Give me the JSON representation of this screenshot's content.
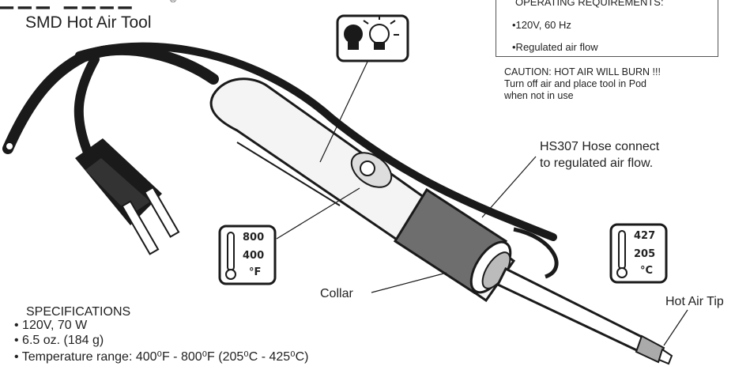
{
  "header": {
    "title": "SMD Hot Air Tool",
    "registered": "®"
  },
  "operating": {
    "title": "OPERATING REQUIREMENTS:",
    "items": [
      "•120V, 60 Hz",
      "•Regulated air flow"
    ]
  },
  "caution": {
    "lines": [
      "CAUTION: HOT AIR WILL BURN !!!",
      "Turn off air and place tool in Pod",
      "when not in use"
    ]
  },
  "labels": {
    "hose_line1": "HS307 Hose connect",
    "hose_line2": "to regulated air flow.",
    "collar": "Collar",
    "tip": "Hot Air Tip"
  },
  "thermo_f": {
    "high": "800",
    "low": "400",
    "unit": "°F"
  },
  "thermo_c": {
    "high": "427",
    "low": "205",
    "unit": "°C"
  },
  "specs": {
    "heading": "SPECIFICATIONS",
    "items": [
      "•  120V, 70 W",
      "•  6.5 oz.  (184 g)",
      "•  Temperature range: 400⁰F - 800⁰F (205⁰C - 425⁰C)"
    ]
  },
  "colors": {
    "ink": "#1a1a1a",
    "collar": "#6e6e6e",
    "body": "#f4f4f4"
  }
}
